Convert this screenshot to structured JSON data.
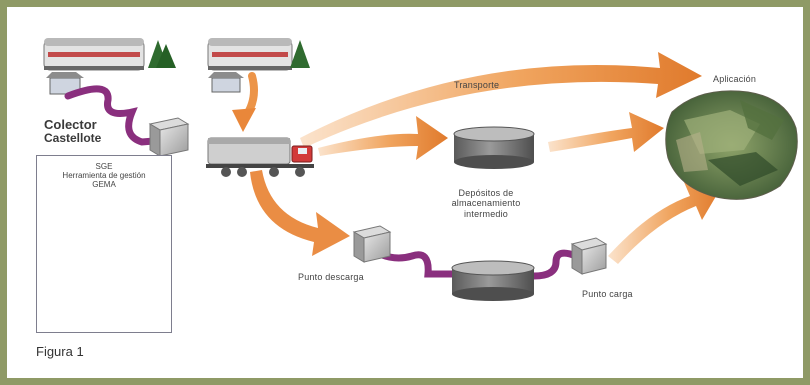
{
  "figure": {
    "caption": "Figura 1"
  },
  "collector": {
    "line1": "Colector",
    "line2": "Castellote"
  },
  "sge_box": {
    "line1": "SGE",
    "line2": "Herramienta de gestión",
    "line3": "GEMA"
  },
  "labels": {
    "transport": "Transporte",
    "application": "Aplicación",
    "storage_line1": "Depósitos de",
    "storage_line2": "almacenamiento",
    "storage_line3": "intermedio",
    "unload_point": "Punto descarga",
    "load_point": "Punto carga"
  },
  "colors": {
    "frame": "#8f9a66",
    "arrow_orange": "#e9873a",
    "pipe_purple": "#8a2f7e",
    "tank_gray": "#6d6d6d",
    "tree_green": "#2f6b2f"
  }
}
